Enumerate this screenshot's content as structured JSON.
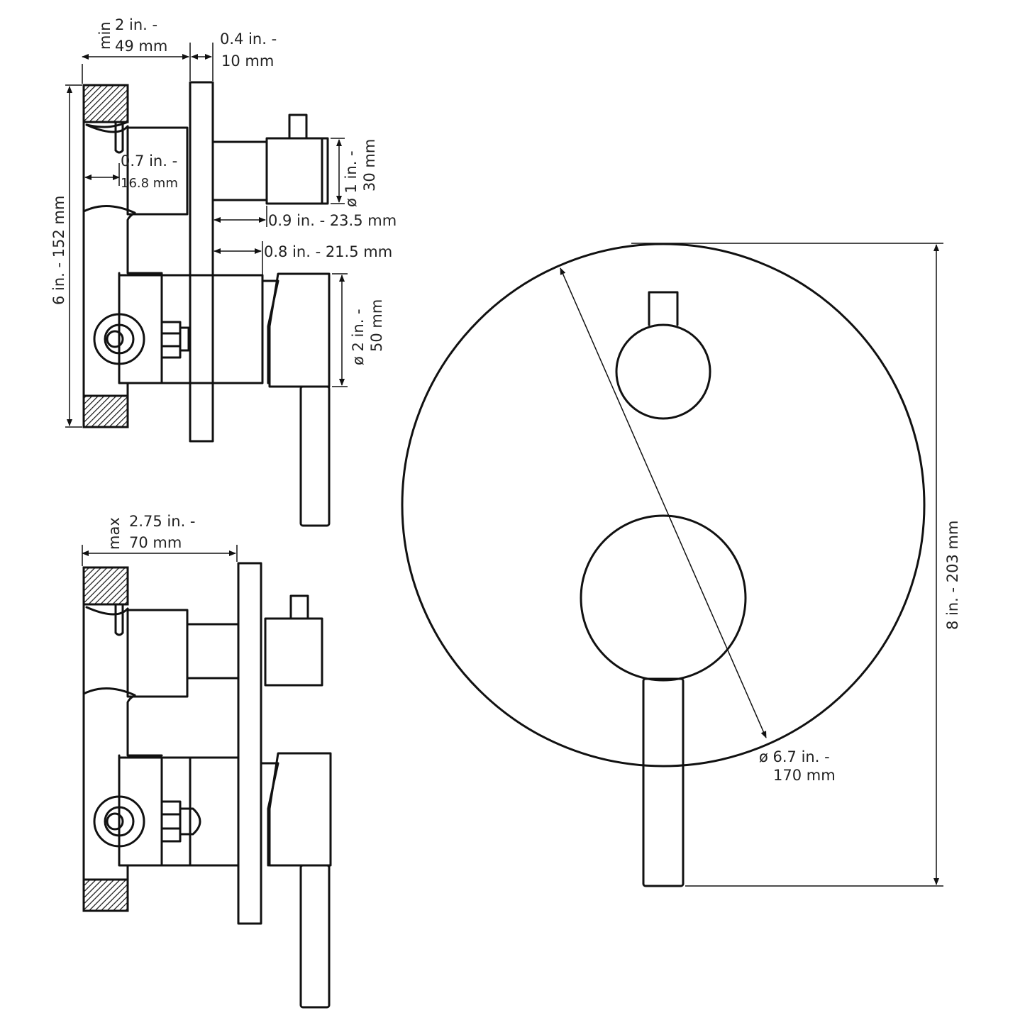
{
  "dimensions": {
    "side_top": {
      "min_depth_prefix": "min",
      "min_depth_in": "2 in. -",
      "min_depth_mm": "49 mm",
      "plate_in": "0.4 in. -",
      "plate_mm": "10 mm",
      "height_label": "6 in. - 152 mm",
      "pipe_in": "0.7 in. -",
      "pipe_mm": "16.8 mm",
      "small_knob_dia_in": "ø 1 in. -",
      "small_knob_dia_mm": "30 mm",
      "small_knob_proj": "0.9 in. - 23.5 mm",
      "large_knob_proj": "0.8 in. - 21.5 mm",
      "large_knob_dia_in": "ø 2 in. -",
      "large_knob_dia_mm": "50 mm"
    },
    "side_bottom": {
      "max_depth_prefix": "max",
      "max_depth_in": "2.75 in. -",
      "max_depth_mm": "70 mm"
    },
    "front": {
      "height_label": "8 in. - 203 mm",
      "plate_dia_in": "ø 6.7 in. -",
      "plate_dia_mm": "170 mm"
    }
  },
  "colors": {
    "line": "#111111",
    "text": "#222222",
    "background": "#ffffff"
  }
}
